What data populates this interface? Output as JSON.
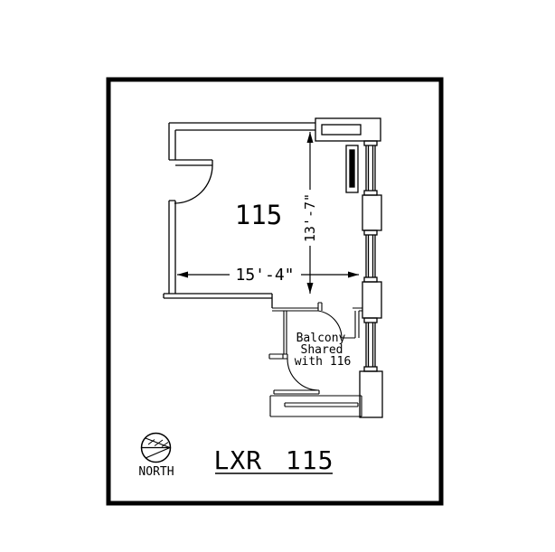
{
  "page": {
    "background": "#ffffff",
    "line_color": "#000000"
  },
  "plan": {
    "room_label": "115",
    "dim_width": "15'-4\"",
    "dim_height": "13'-7\"",
    "balcony_note": {
      "line1": "Balcony",
      "line2": "Shared",
      "line3": "with 116"
    },
    "north_label": "NORTH",
    "title": "LXR 115"
  }
}
